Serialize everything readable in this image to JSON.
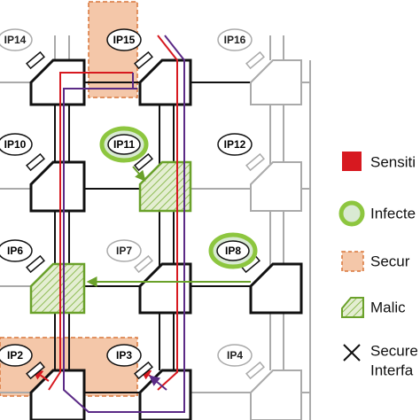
{
  "colors": {
    "sensitive": "#d71920",
    "infected_ring": "#8dc63f",
    "infected_fill": "#d9ead3",
    "secure_fill": "#f4c7a9",
    "secure_border": "#d9773a",
    "malicious_stroke": "#6aa12a",
    "malicious_fill": "#d8e8c0",
    "path_purple": "#5b2a86",
    "router_normal": "#111111",
    "router_dim": "#aaaaaa",
    "arrow_green": "#6aa12a"
  },
  "nodes": {
    "ip14": "IP14",
    "ip15": "IP15",
    "ip16": "IP16",
    "ip10": "IP10",
    "ip11": "IP11",
    "ip12": "IP12",
    "ip6": "IP6",
    "ip7": "IP7",
    "ip8": "IP8",
    "ip2": "IP2",
    "ip3": "IP3",
    "ip4": "IP4"
  },
  "legend": {
    "sensitive": "Sensiti",
    "infected": "Infecte",
    "secure": "Secur",
    "malicious": "Malic",
    "secure_interface_line1": "Secure",
    "secure_interface_line2": "Interfa"
  }
}
